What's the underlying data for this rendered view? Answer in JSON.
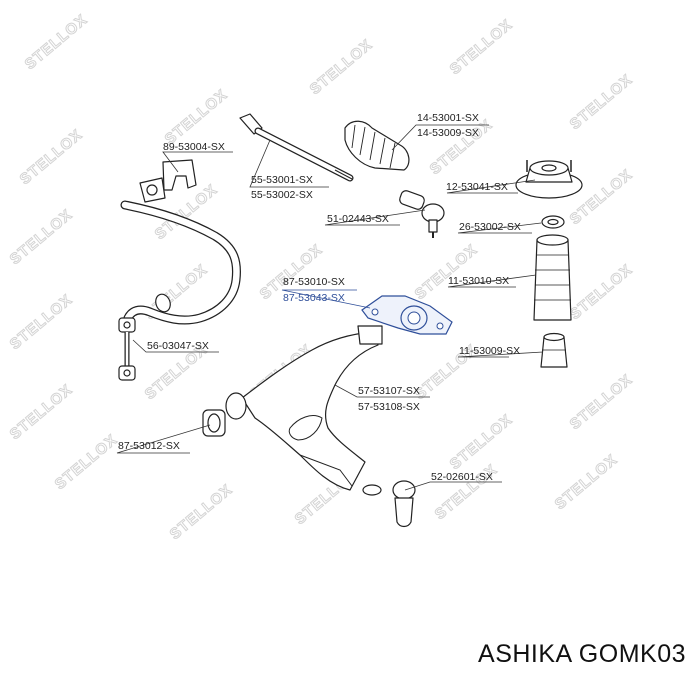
{
  "watermark": "STELLOX",
  "footer": {
    "brand": "ASHIKA",
    "code": "GOMK03"
  },
  "labels": {
    "p1": "89-53004-SX",
    "p2": "55-53001-SX",
    "p3": "55-53002-SX",
    "p4": "14-53001-SX",
    "p5": "14-53009-SX",
    "p6": "12-53041-SX",
    "p7": "51-02443-SX",
    "p8": "26-53002-SX",
    "p9": "11-53010-SX",
    "p10": "87-53010-SX",
    "p11": "87-53043-SX",
    "p12": "56-03047-SX",
    "p13": "11-53009-SX",
    "p14": "57-53107-SX",
    "p15": "57-53108-SX",
    "p16": "87-53012-SX",
    "p17": "52-02601-SX"
  },
  "colors": {
    "highlight": "#2f4f9a",
    "line": "#222222",
    "watermark": "#d4d4d4"
  }
}
